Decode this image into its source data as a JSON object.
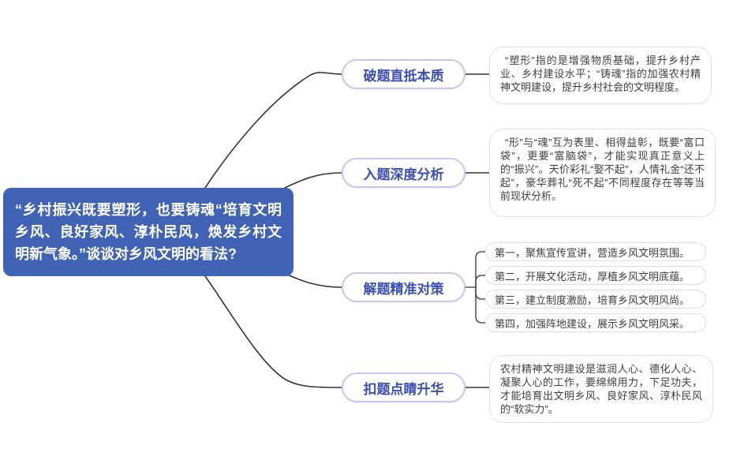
{
  "central": {
    "text": "“乡村振兴既要塑形，也要铸魂“培育文明乡风、良好家风、淳朴民风，焕发乡村文明新气象。”谈谈对乡风文明的看法?"
  },
  "branches": [
    {
      "label": "破题直抵本质",
      "detail": "“塑形”指的是增强物质基础，提升乡村产业、乡村建设水平；“铸魂”指的加强农村精神文明建设，提升乡村社会的文明程度。"
    },
    {
      "label": "入题深度分析",
      "detail": "“形”与“魂”互为表里、相得益彰，既要“富口袋”，更要“富脑袋”，才能实现真正意义上的“振兴”。天价彩礼“娶不起”，人情礼金“还不起”，豪华葬礼“死不起”不同程度存在等等当前现状分析。"
    },
    {
      "label": "解题精准对策",
      "items": [
        "第一，聚焦宣传宣讲，营造乡风文明氛围。",
        "第二，开展文化活动，厚植乡风文明底蕴。",
        "第三，建立制度激励，培育乡风文明风尚。",
        "第四，加强阵地建设，展示乡风文明风采。"
      ]
    },
    {
      "label": "扣题点睛升华",
      "detail": "农村精神文明建设是滋润人心、德化人心、凝聚人心的工作，要绵绵用力，下足功夫，才能培育出文明乡风、良好家风、淳朴民风的“软实力”。"
    }
  ],
  "colors": {
    "central_bg": "#4063b5",
    "node_text": "#3c4fb6",
    "node_border": "#c7c7f0",
    "detail_border": "#e1e1e8",
    "body_text": "#3f3f3f",
    "connector": "#333333"
  }
}
